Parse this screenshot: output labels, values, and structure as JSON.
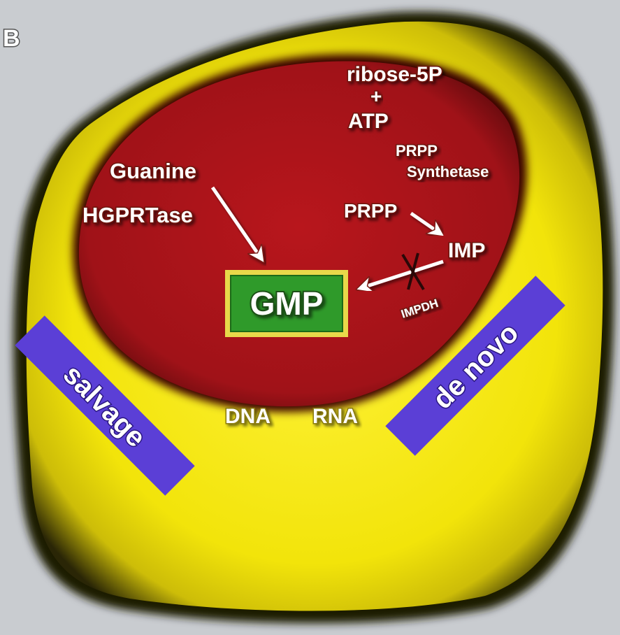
{
  "panel_letter": "B",
  "labels": {
    "ribose": "ribose-5P",
    "plus": "+",
    "atp": "ATP",
    "prpp_synthetase_line1": "PRPP",
    "prpp_synthetase_line2": "Synthetase",
    "prpp": "PRPP",
    "imp": "IMP",
    "impdh": "IMPDH",
    "guanine": "Guanine",
    "hgprtase": "HGPRTase",
    "gmp": "GMP",
    "dna": "DNA",
    "rna": "RNA"
  },
  "bands": {
    "salvage": "salvage",
    "de_novo": "de novo"
  },
  "colors": {
    "background": "#c9ccd0",
    "outer_cell": "#f2e40a",
    "nucleus": "#a8141a",
    "gmp_box": "#2f9a2a",
    "band": "#5b3fd6",
    "text": "#ffffff"
  },
  "icons": {
    "blocked_step": "x-mark-icon"
  }
}
